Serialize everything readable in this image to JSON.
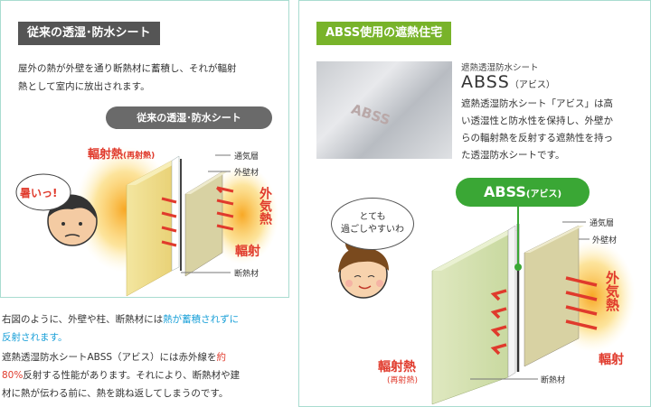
{
  "left": {
    "tag": "従来の透湿･防水シート",
    "desc_line1": "屋外の熱が外壁を通り断熱材に蓄積し、それが輻射",
    "desc_line2": "熱として室内に放出されます。",
    "pill": "従来の透湿･防水シート",
    "exclaim": "暑いっ!",
    "label_radiant_heat": "輻射熱",
    "label_radiant_heat_sub": "(再射熱)",
    "label_vent": "通気層",
    "label_outer": "外壁材",
    "label_outside_heat": "外気熱",
    "label_radiation": "輻射",
    "label_insulation": "断熱材"
  },
  "bottom": {
    "line1_a": "右図のように、外壁や柱、断熱材には",
    "line1_b": "熱が蓄積されずに",
    "line2": "反射されます。",
    "line3_a": "遮熱透湿防水シートABSS（アビス）には赤外線を",
    "line3_b": "約",
    "line4_a": "80%",
    "line4_b": "反射する性能があります。それにより、断熱材や建",
    "line5": "材に熱が伝わる前に、熱を跳ね返してしまうのです。"
  },
  "right": {
    "tag": "ABSS使用の遮熱住宅",
    "sample_text": "ABSS",
    "product_cat": "遮熱透湿防水シート",
    "product_name": "ABSS",
    "product_name_sub": "（アビス）",
    "desc_line1": "遮熱透湿防水シート「アビス」は高",
    "desc_line2": "い透湿性と防水性を保持し、外壁か",
    "desc_line3": "らの輻射熱を反射する遮熱性を持っ",
    "desc_line4": "た透湿防水シートです。",
    "pill": "ABSS",
    "pill_sub": "(アビス)",
    "bubble_line1": "とても",
    "bubble_line2": "過ごしやすいわ",
    "label_vent": "通気層",
    "label_outer": "外壁材",
    "label_outside_heat": "外気熱",
    "label_radiation": "輻射",
    "label_radiant_heat": "輻射熱",
    "label_radiant_heat_sub": "(再射熱)",
    "label_insulation": "断熱材"
  },
  "colors": {
    "green": "#78b32a",
    "red": "#e03a2c",
    "blue": "#1aa0d8",
    "gray_tag": "#555555",
    "border": "#a9dcd0"
  }
}
